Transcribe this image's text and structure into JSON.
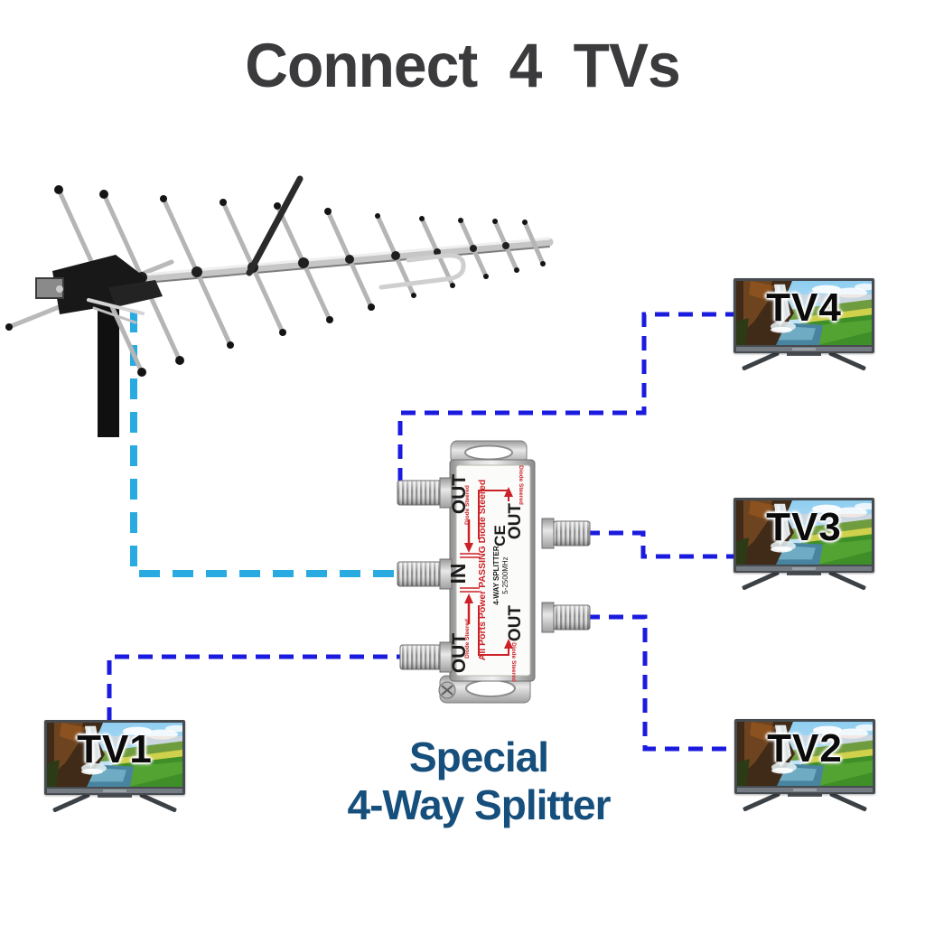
{
  "title": "Connect 4 TVs",
  "antenna": {
    "alt": "outdoor yagi TV antenna on mast"
  },
  "splitter": {
    "caption_line1": "Special",
    "caption_line2": "4-Way Splitter",
    "label": {
      "port_out": "OUT",
      "port_in": "IN",
      "main": "All Ports Power PASSING Diode Steered",
      "diode_steered": "Diode Steered",
      "type": "4-WAY SPLITTER",
      "freq": "5-2500MHz",
      "ce_mark": "CE"
    }
  },
  "tvs": [
    {
      "label": "TV1"
    },
    {
      "label": "TV2"
    },
    {
      "label": "TV3"
    },
    {
      "label": "TV4"
    }
  ],
  "connections": {
    "antenna_to_splitter_color": "#29abe2",
    "splitter_to_tv_color": "#1b1be0"
  },
  "colors": {
    "title": "#3b3b3d",
    "caption": "#164f7c",
    "label_red": "#cc2128"
  }
}
